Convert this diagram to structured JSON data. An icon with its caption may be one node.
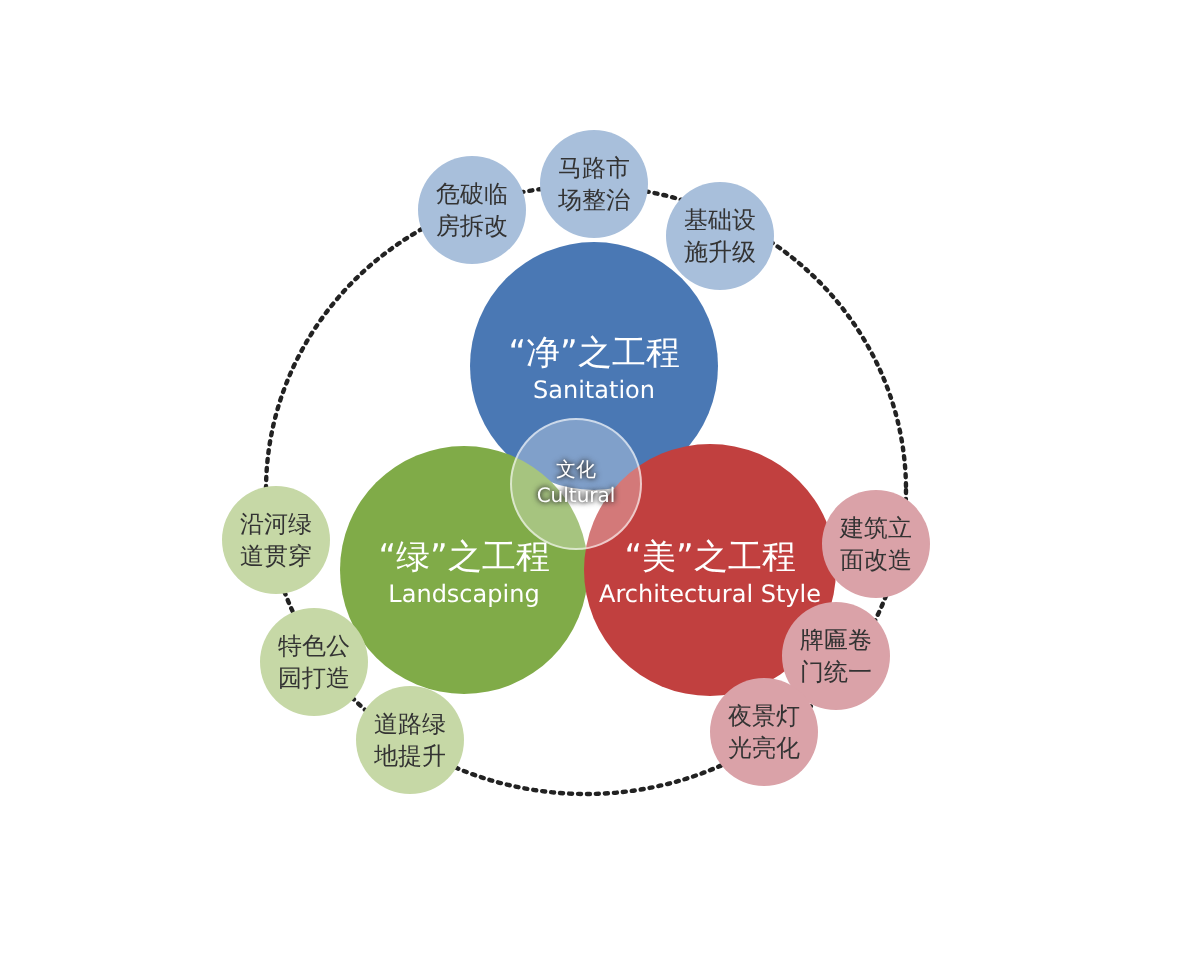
{
  "diagram": {
    "nodes": [
      {
        "text": [
          "危破临房拆改"
        ]
      },
      {
        "text": [
          "马路市场整治"
        ]
      },
      {
        "text": [
          "基础设施升级"
        ]
      },
      {
        "text": [
          "“净”之工程",
          "Sanitation"
        ]
      },
      {
        "text": [
          "文化",
          "Cultural"
        ]
      },
      {
        "text": [
          "沿河绿道贯穿"
        ]
      },
      {
        "text": [
          "“绿”之工程",
          "Landscaping"
        ]
      },
      {
        "text": [
          "“美”之工程",
          "Architectural Style"
        ]
      },
      {
        "text": [
          "建筑立面改造"
        ]
      },
      {
        "text": [
          "特色公园打造"
        ]
      },
      {
        "text": [
          "牌匾卷门统一"
        ]
      },
      {
        "text": [
          "夜景灯光亮化"
        ]
      },
      {
        "text": [
          "道路绿地提升"
        ]
      }
    ]
  }
}
